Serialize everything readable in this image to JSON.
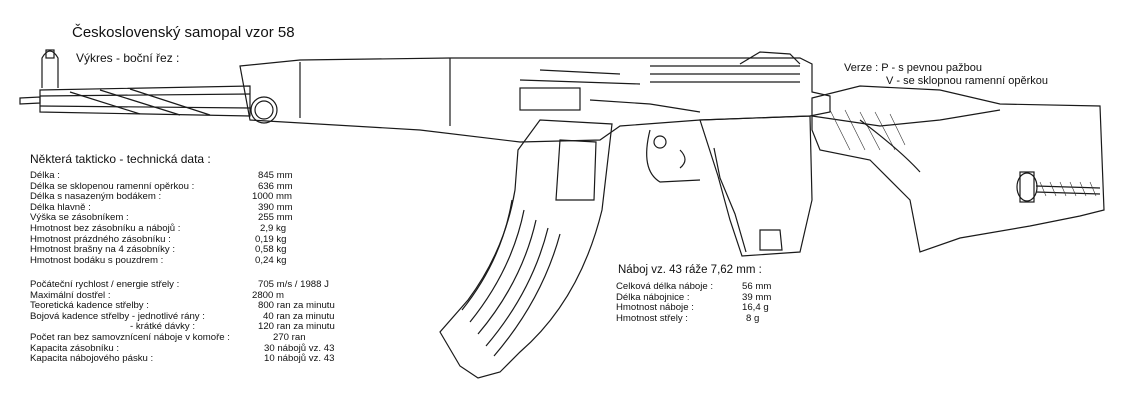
{
  "title": "Československý samopal vzor 58",
  "subtitle": "Výkres - boční řez :",
  "versions": {
    "line1": "Verze : P - s pevnou pažbou",
    "line2": "V - se sklopnou ramenní opěrkou"
  },
  "tech_data": {
    "heading": "Některá takticko - technická data :",
    "group1": [
      {
        "label": "Délka :",
        "value": "845 mm"
      },
      {
        "label": "Délka se sklopenou ramenní opěrkou :",
        "value": "636 mm"
      },
      {
        "label": "Délka s nasazeným bodákem :",
        "value": "1000 mm"
      },
      {
        "label": "Délka hlavně :",
        "value": "390 mm"
      },
      {
        "label": "Výška se zásobníkem :",
        "value": "255 mm"
      },
      {
        "label": "Hmotnost bez zásobníku a nábojů :",
        "value": "2,9  kg"
      },
      {
        "label": "Hmotnost prázdného zásobníku :",
        "value": "0,19 kg"
      },
      {
        "label": "Hmotnost brašny na 4 zásobníky :",
        "value": "0,58 kg"
      },
      {
        "label": "Hmotnost bodáku s pouzdrem :",
        "value": "0,24 kg"
      }
    ],
    "group2": [
      {
        "label": "Počáteční rychlost / energie střely :",
        "value": "705 m/s / 1988 J"
      },
      {
        "label": "Maximální dostřel :",
        "value": "2800 m"
      },
      {
        "label": "Teoretická kadence střelby :",
        "value": "800 ran za minutu"
      },
      {
        "label": "Bojová kadence střelby - jednotlivé rány :",
        "value": "40 ran za minutu"
      },
      {
        "label": "- krátké dávky :",
        "value": "120 ran za minutu"
      },
      {
        "label": "Počet ran bez samovznícení náboje v komoře :",
        "value": "270 ran"
      },
      {
        "label": "Kapacita zásobníku :",
        "value": "30 nábojů vz. 43"
      },
      {
        "label": "Kapacita nábojového pásku :",
        "value": "10 nábojů vz. 43"
      }
    ]
  },
  "ammo": {
    "heading": "Náboj vz. 43 ráže 7,62 mm :",
    "rows": [
      {
        "label": "Celková délka náboje :",
        "value": "56 mm"
      },
      {
        "label": "Délka nábojnice :",
        "value": "39 mm"
      },
      {
        "label": "Hmotnost náboje :",
        "value": "16,4 g"
      },
      {
        "label": "Hmotnost střely :",
        "value": "8   g"
      }
    ]
  }
}
